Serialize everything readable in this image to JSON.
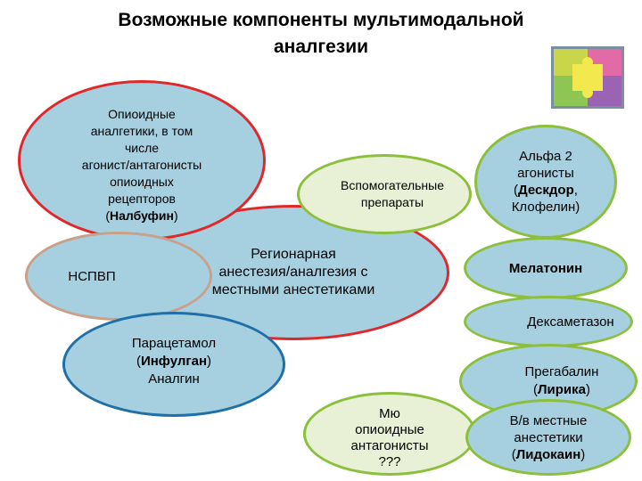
{
  "title": {
    "line1": "Возможные  компоненты мультимодальной",
    "line2": "аналгезии"
  },
  "nodes": {
    "opioids": {
      "lines": [
        "Опиоидные",
        "аналгетики, в том",
        "числе",
        "агонист/антагонисты",
        "опиоидных",
        "рецепторов"
      ],
      "paren_open": "(",
      "bold": "Налбуфин",
      "paren_close": ")"
    },
    "nspvp": {
      "text": "НСПВП"
    },
    "auxiliary": {
      "lines": [
        "Вспомогательные",
        "препараты"
      ]
    },
    "regional": {
      "lines": [
        "Регионарная",
        "анестезия/аналгезия с",
        "местными анестетиками"
      ]
    },
    "alpha2": {
      "lines": [
        "Альфа 2",
        "агонисты"
      ],
      "paren_open": "(",
      "bold": "Дескдор",
      "rest": ",",
      "last": "Клофелин)"
    },
    "melatonin": {
      "text": "Мелатонин"
    },
    "dexamethasone": {
      "text": "Дексаметазон"
    },
    "paracetamol": {
      "line1": "Парацетамол",
      "paren_open": "(",
      "bold": "Инфулган",
      "paren_close": ")",
      "line3": "Аналгин"
    },
    "pregabalin": {
      "line1": "Прегабалин",
      "paren_open": "(",
      "bold": "Лирика",
      "paren_close": ")"
    },
    "mu": {
      "lines": [
        "Мю",
        "опиоидные",
        "антагонисты",
        "???"
      ]
    },
    "lidocaine": {
      "line1": "В/в местные",
      "line2": "анестетики",
      "paren_open": "(",
      "bold": "Лидокаин",
      "paren_close": ")"
    }
  },
  "colors": {
    "fill_main": "#a6cfe0",
    "fill_green": "#e8f1d6",
    "border_red": "#e0282a",
    "border_blue": "#1f6fa8",
    "border_green": "#8bbf3c",
    "border_tan": "#c9a08a"
  },
  "icon": "puzzle-icon"
}
